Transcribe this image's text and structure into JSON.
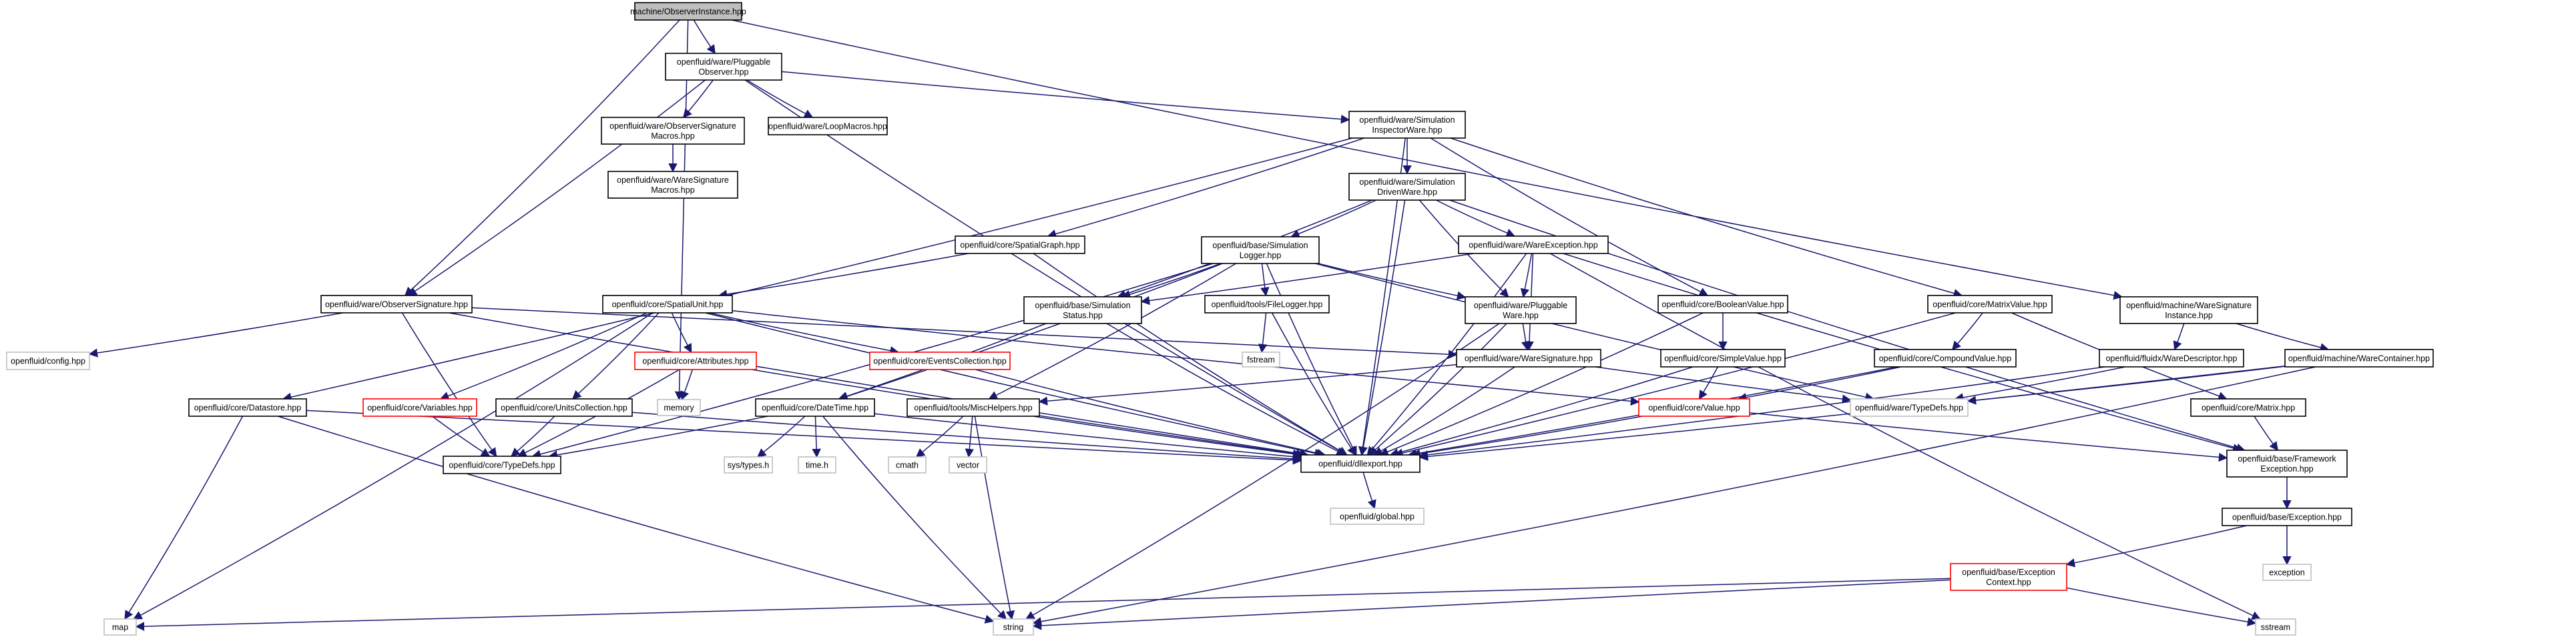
{
  "diagram": {
    "colors": {
      "root_fill": "#bfbfbf",
      "default_border": "#000000",
      "truncated_border": "#ff0000",
      "external_border": "#bfbfbf",
      "edge": "#191970",
      "background": "#ffffff"
    },
    "nodes": [
      {
        "id": "root",
        "lines": [
          "machine/ObserverInstance.hpp"
        ],
        "style": "root"
      },
      {
        "id": "pluggableobserver",
        "lines": [
          "openfluid/ware/Pluggable",
          "Observer.hpp"
        ],
        "style": "normal"
      },
      {
        "id": "observersigmacros",
        "lines": [
          "openfluid/ware/ObserverSignature",
          "Macros.hpp"
        ],
        "style": "normal"
      },
      {
        "id": "loopmacros",
        "lines": [
          "openfluid/ware/LoopMacros.hpp"
        ],
        "style": "normal"
      },
      {
        "id": "waresigmacros",
        "lines": [
          "openfluid/ware/WareSignature",
          "Macros.hpp"
        ],
        "style": "normal"
      },
      {
        "id": "siminspectorware",
        "lines": [
          "openfluid/ware/Simulation",
          "InspectorWare.hpp"
        ],
        "style": "normal"
      },
      {
        "id": "simdrivenware",
        "lines": [
          "openfluid/ware/Simulation",
          "DrivenWare.hpp"
        ],
        "style": "normal"
      },
      {
        "id": "spatialgraph",
        "lines": [
          "openfluid/core/SpatialGraph.hpp"
        ],
        "style": "normal"
      },
      {
        "id": "simlogger",
        "lines": [
          "openfluid/base/Simulation",
          "Logger.hpp"
        ],
        "style": "normal"
      },
      {
        "id": "wareexception",
        "lines": [
          "openfluid/ware/WareException.hpp"
        ],
        "style": "normal"
      },
      {
        "id": "observersignature",
        "lines": [
          "openfluid/ware/ObserverSignature.hpp"
        ],
        "style": "normal"
      },
      {
        "id": "spatialunit",
        "lines": [
          "openfluid/core/SpatialUnit.hpp"
        ],
        "style": "normal"
      },
      {
        "id": "simstatus",
        "lines": [
          "openfluid/base/Simulation",
          "Status.hpp"
        ],
        "style": "normal"
      },
      {
        "id": "filelogger",
        "lines": [
          "openfluid/tools/FileLogger.hpp"
        ],
        "style": "normal"
      },
      {
        "id": "pluggableware",
        "lines": [
          "openfluid/ware/Pluggable",
          "Ware.hpp"
        ],
        "style": "normal"
      },
      {
        "id": "booleanvalue",
        "lines": [
          "openfluid/core/BooleanValue.hpp"
        ],
        "style": "normal"
      },
      {
        "id": "matrixvalue",
        "lines": [
          "openfluid/core/MatrixValue.hpp"
        ],
        "style": "normal"
      },
      {
        "id": "waresiginstance",
        "lines": [
          "openfluid/machine/WareSignature",
          "Instance.hpp"
        ],
        "style": "normal"
      },
      {
        "id": "config",
        "lines": [
          "openfluid/config.hpp"
        ],
        "style": "external"
      },
      {
        "id": "attributes",
        "lines": [
          "openfluid/core/Attributes.hpp"
        ],
        "style": "truncated"
      },
      {
        "id": "eventscollection",
        "lines": [
          "openfluid/core/EventsCollection.hpp"
        ],
        "style": "truncated"
      },
      {
        "id": "fstream",
        "lines": [
          "fstream"
        ],
        "style": "external"
      },
      {
        "id": "waresignature",
        "lines": [
          "openfluid/ware/WareSignature.hpp"
        ],
        "style": "normal"
      },
      {
        "id": "simplevalue",
        "lines": [
          "openfluid/core/SimpleValue.hpp"
        ],
        "style": "normal"
      },
      {
        "id": "compoundvalue",
        "lines": [
          "openfluid/core/CompoundValue.hpp"
        ],
        "style": "normal"
      },
      {
        "id": "waredescriptor",
        "lines": [
          "openfluid/fluidx/WareDescriptor.hpp"
        ],
        "style": "normal"
      },
      {
        "id": "warecontainer",
        "lines": [
          "openfluid/machine/WareContainer.hpp"
        ],
        "style": "normal"
      },
      {
        "id": "datastore",
        "lines": [
          "openfluid/core/Datastore.hpp"
        ],
        "style": "normal"
      },
      {
        "id": "variables",
        "lines": [
          "openfluid/core/Variables.hpp"
        ],
        "style": "truncated"
      },
      {
        "id": "unitscollection",
        "lines": [
          "openfluid/core/UnitsCollection.hpp"
        ],
        "style": "normal"
      },
      {
        "id": "memory",
        "lines": [
          "memory"
        ],
        "style": "external"
      },
      {
        "id": "datetime",
        "lines": [
          "openfluid/core/DateTime.hpp"
        ],
        "style": "normal"
      },
      {
        "id": "mischelpers",
        "lines": [
          "openfluid/tools/MiscHelpers.hpp"
        ],
        "style": "normal"
      },
      {
        "id": "value",
        "lines": [
          "openfluid/core/Value.hpp"
        ],
        "style": "truncated"
      },
      {
        "id": "waretypedefs",
        "lines": [
          "openfluid/ware/TypeDefs.hpp"
        ],
        "style": "external"
      },
      {
        "id": "matrix",
        "lines": [
          "openfluid/core/Matrix.hpp"
        ],
        "style": "normal"
      },
      {
        "id": "coretypedefs",
        "lines": [
          "openfluid/core/TypeDefs.hpp"
        ],
        "style": "normal"
      },
      {
        "id": "systypes",
        "lines": [
          "sys/types.h"
        ],
        "style": "external"
      },
      {
        "id": "timeh",
        "lines": [
          "time.h"
        ],
        "style": "external"
      },
      {
        "id": "cmath",
        "lines": [
          "cmath"
        ],
        "style": "external"
      },
      {
        "id": "vector",
        "lines": [
          "vector"
        ],
        "style": "external"
      },
      {
        "id": "dllexport",
        "lines": [
          "openfluid/dllexport.hpp"
        ],
        "style": "normal"
      },
      {
        "id": "frameworkexception",
        "lines": [
          "openfluid/base/Framework",
          "Exception.hpp"
        ],
        "style": "normal"
      },
      {
        "id": "global",
        "lines": [
          "openfluid/global.hpp"
        ],
        "style": "external"
      },
      {
        "id": "baseexception",
        "lines": [
          "openfluid/base/Exception.hpp"
        ],
        "style": "normal"
      },
      {
        "id": "exception",
        "lines": [
          "exception"
        ],
        "style": "external"
      },
      {
        "id": "exceptioncontext",
        "lines": [
          "openfluid/base/Exception",
          "Context.hpp"
        ],
        "style": "truncated"
      },
      {
        "id": "map",
        "lines": [
          "map"
        ],
        "style": "external"
      },
      {
        "id": "string",
        "lines": [
          "string"
        ],
        "style": "external"
      },
      {
        "id": "sstream",
        "lines": [
          "sstream"
        ],
        "style": "external"
      }
    ],
    "edges": [
      [
        "root",
        "pluggableobserver"
      ],
      [
        "root",
        "observersignature"
      ],
      [
        "root",
        "memory"
      ],
      [
        "root",
        "waresiginstance"
      ],
      [
        "pluggableobserver",
        "observersigmacros"
      ],
      [
        "pluggableobserver",
        "loopmacros"
      ],
      [
        "pluggableobserver",
        "siminspectorware"
      ],
      [
        "pluggableobserver",
        "observersignature"
      ],
      [
        "pluggableobserver",
        "dllexport"
      ],
      [
        "observersigmacros",
        "waresigmacros"
      ],
      [
        "siminspectorware",
        "simdrivenware"
      ],
      [
        "siminspectorware",
        "spatialgraph"
      ],
      [
        "siminspectorware",
        "booleanvalue"
      ],
      [
        "siminspectorware",
        "matrixvalue"
      ],
      [
        "siminspectorware",
        "datastore"
      ],
      [
        "siminspectorware",
        "dllexport"
      ],
      [
        "simdrivenware",
        "simlogger"
      ],
      [
        "simdrivenware",
        "wareexception"
      ],
      [
        "simdrivenware",
        "pluggableware"
      ],
      [
        "simdrivenware",
        "simstatus"
      ],
      [
        "simdrivenware",
        "dllexport"
      ],
      [
        "simdrivenware",
        "frameworkexception"
      ],
      [
        "spatialgraph",
        "spatialunit"
      ],
      [
        "spatialgraph",
        "dllexport"
      ],
      [
        "simlogger",
        "simstatus"
      ],
      [
        "simlogger",
        "filelogger"
      ],
      [
        "simlogger",
        "pluggableware"
      ],
      [
        "simlogger",
        "mischelpers"
      ],
      [
        "simlogger",
        "datetime"
      ],
      [
        "simlogger",
        "dllexport"
      ],
      [
        "simlogger",
        "waretypedefs"
      ],
      [
        "simlogger",
        "coretypedefs"
      ],
      [
        "wareexception",
        "pluggableware"
      ],
      [
        "wareexception",
        "waresignature"
      ],
      [
        "wareexception",
        "simstatus"
      ],
      [
        "wareexception",
        "dllexport"
      ],
      [
        "wareexception",
        "frameworkexception"
      ],
      [
        "wareexception",
        "sstream"
      ],
      [
        "observersignature",
        "config"
      ],
      [
        "observersignature",
        "waresignature"
      ],
      [
        "observersignature",
        "coretypedefs"
      ],
      [
        "observersignature",
        "dllexport"
      ],
      [
        "spatialunit",
        "attributes"
      ],
      [
        "spatialunit",
        "eventscollection"
      ],
      [
        "spatialunit",
        "variables"
      ],
      [
        "spatialunit",
        "unitscollection"
      ],
      [
        "spatialunit",
        "map"
      ],
      [
        "spatialunit",
        "dllexport"
      ],
      [
        "spatialunit",
        "value"
      ],
      [
        "simstatus",
        "datetime"
      ],
      [
        "simstatus",
        "dllexport"
      ],
      [
        "filelogger",
        "fstream"
      ],
      [
        "filelogger",
        "dllexport"
      ],
      [
        "pluggableware",
        "waresignature"
      ],
      [
        "pluggableware",
        "dllexport"
      ],
      [
        "pluggableware",
        "string"
      ],
      [
        "booleanvalue",
        "simplevalue"
      ],
      [
        "booleanvalue",
        "dllexport"
      ],
      [
        "matrixvalue",
        "compoundvalue"
      ],
      [
        "matrixvalue",
        "matrix"
      ],
      [
        "matrixvalue",
        "dllexport"
      ],
      [
        "waresiginstance",
        "waredescriptor"
      ],
      [
        "waresiginstance",
        "warecontainer"
      ],
      [
        "attributes",
        "memory"
      ],
      [
        "attributes",
        "coretypedefs"
      ],
      [
        "attributes",
        "dllexport"
      ],
      [
        "eventscollection",
        "dllexport"
      ],
      [
        "waresignature",
        "mischelpers"
      ],
      [
        "waresignature",
        "waretypedefs"
      ],
      [
        "waresignature",
        "dllexport"
      ],
      [
        "simplevalue",
        "value"
      ],
      [
        "simplevalue",
        "dllexport"
      ],
      [
        "compoundvalue",
        "value"
      ],
      [
        "compoundvalue",
        "dllexport"
      ],
      [
        "waredescriptor",
        "waretypedefs"
      ],
      [
        "waredescriptor",
        "dllexport"
      ],
      [
        "warecontainer",
        "waretypedefs"
      ],
      [
        "warecontainer",
        "dllexport"
      ],
      [
        "warecontainer",
        "string"
      ],
      [
        "datastore",
        "map"
      ],
      [
        "datastore",
        "string"
      ],
      [
        "datastore",
        "dllexport"
      ],
      [
        "variables",
        "coretypedefs"
      ],
      [
        "unitscollection",
        "coretypedefs"
      ],
      [
        "unitscollection",
        "dllexport"
      ],
      [
        "datetime",
        "systypes"
      ],
      [
        "datetime",
        "timeh"
      ],
      [
        "datetime",
        "string"
      ],
      [
        "datetime",
        "coretypedefs"
      ],
      [
        "datetime",
        "dllexport"
      ],
      [
        "mischelpers",
        "cmath"
      ],
      [
        "mischelpers",
        "vector"
      ],
      [
        "mischelpers",
        "string"
      ],
      [
        "mischelpers",
        "dllexport"
      ],
      [
        "value",
        "dllexport"
      ],
      [
        "value",
        "frameworkexception"
      ],
      [
        "matrix",
        "frameworkexception"
      ],
      [
        "dllexport",
        "global"
      ],
      [
        "frameworkexception",
        "baseexception"
      ],
      [
        "baseexception",
        "exception"
      ],
      [
        "baseexception",
        "exceptioncontext"
      ],
      [
        "exceptioncontext",
        "map"
      ],
      [
        "exceptioncontext",
        "string"
      ],
      [
        "exceptioncontext",
        "sstream"
      ]
    ]
  }
}
